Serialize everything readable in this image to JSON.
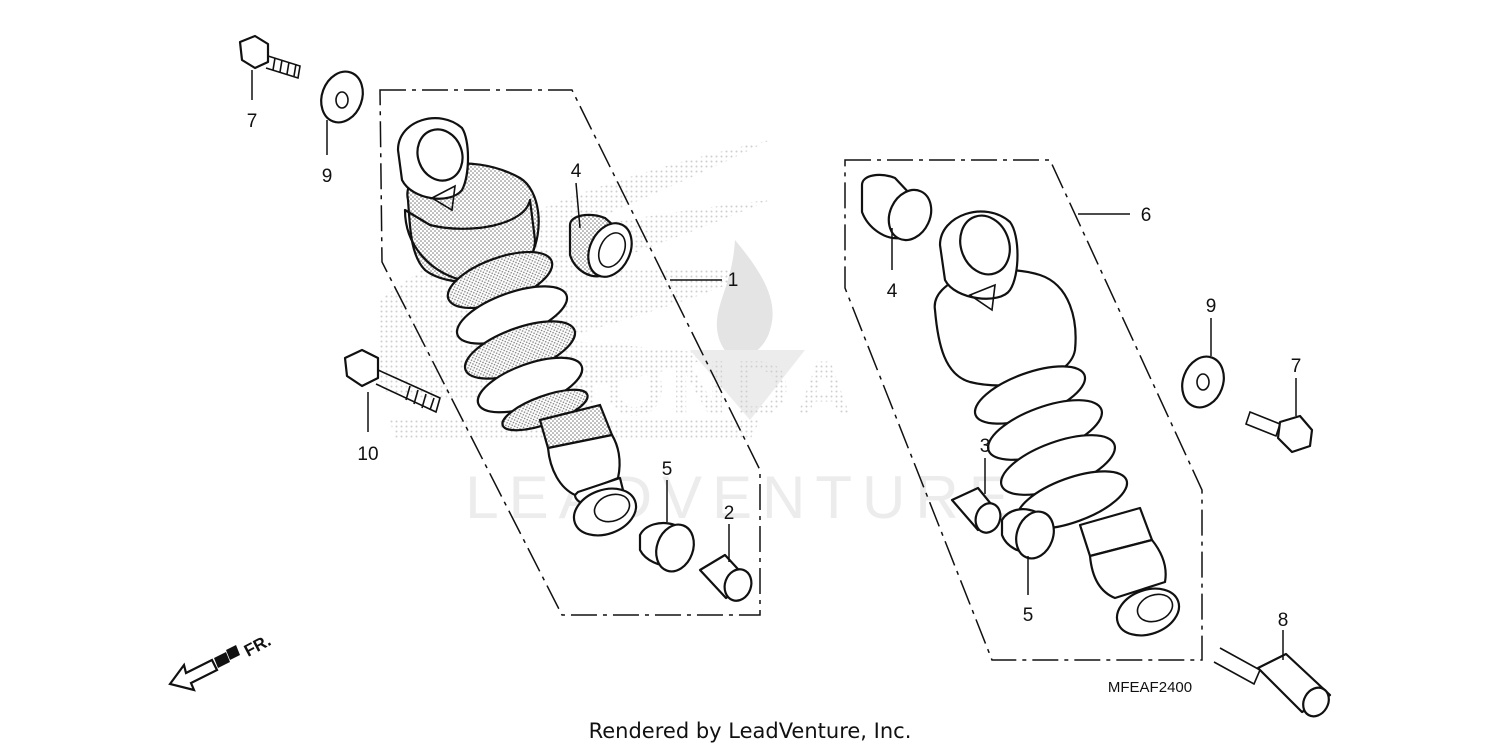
{
  "watermark": {
    "brand": "HONDA",
    "text": "LEADVENTURE"
  },
  "diagram_code": "MFEAF2400",
  "footer": "Rendered by LeadVenture, Inc.",
  "direction": {
    "label": "FR."
  },
  "callouts": {
    "bolt_top_left": "7",
    "washer_top_left": "9",
    "bushing_left": "4",
    "shock_left": "1",
    "bolt_long": "10",
    "bushing_bottom_left": "5",
    "collar_left": "2",
    "bushing_right_top": "4",
    "shock_right": "6",
    "collar_right": "3",
    "bushing_right_bottom": "5",
    "washer_right": "9",
    "bolt_right": "7",
    "stud_right": "8"
  }
}
